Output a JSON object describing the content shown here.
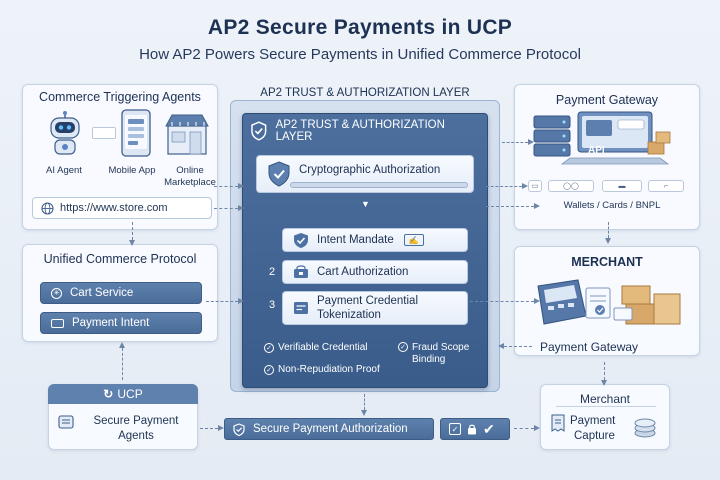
{
  "header": {
    "title": "AP2 Secure Payments in UCP",
    "subtitle": "How AP2 Powers Secure Payments in Unified Commerce Protocol"
  },
  "agents": {
    "title": "Commerce Triggering Agents",
    "ai_agent": "AI Agent",
    "mobile_app": "Mobile App",
    "marketplace_line1": "Online",
    "marketplace_line2": "Marketplace",
    "url": "https://www.store.com"
  },
  "ucp_panel": {
    "title": "Unified Commerce Protocol",
    "cart_service": "Cart Service",
    "payment_intent": "Payment Intent"
  },
  "ucp_bottom": {
    "title": "UCP",
    "label_line1": "Secure Payment",
    "label_line2": "Agents"
  },
  "layer": {
    "outer_title": "AP2 TRUST & AUTHORIZATION LAYER",
    "inner_title": "AP2 TRUST & AUTHORIZATION LAYER",
    "crypto": "Cryptographic Authorization",
    "steps": [
      {
        "num": "",
        "label": "Intent Mandate"
      },
      {
        "num": "2",
        "label": "Cart Authorization"
      },
      {
        "num": "3",
        "label_line1": "Payment Credential",
        "label_line2": "Tokenization"
      }
    ],
    "checks": {
      "verifiable": "Verifiable Credential",
      "fraud_line1": "Fraud Scope",
      "fraud_line2": "Binding",
      "non_repudiation": "Non-Repudiation Proof"
    }
  },
  "secure_auth": {
    "label": "Secure Payment Authorization"
  },
  "gateway_top": {
    "title": "Payment Gateway",
    "api_label": "API",
    "wallets": "Wallets / Cards / BNPL"
  },
  "merchant_panel": {
    "title": "MERCHANT",
    "gateway_label": "Payment Gateway"
  },
  "merchant_bottom": {
    "title": "Merchant",
    "label_line1": "Payment",
    "label_line2": "Capture"
  },
  "colors": {
    "primary": "#4a6c9a",
    "dark": "#1d3153",
    "panel": "#f8fbff",
    "accent_orange": "#d98b3a"
  }
}
